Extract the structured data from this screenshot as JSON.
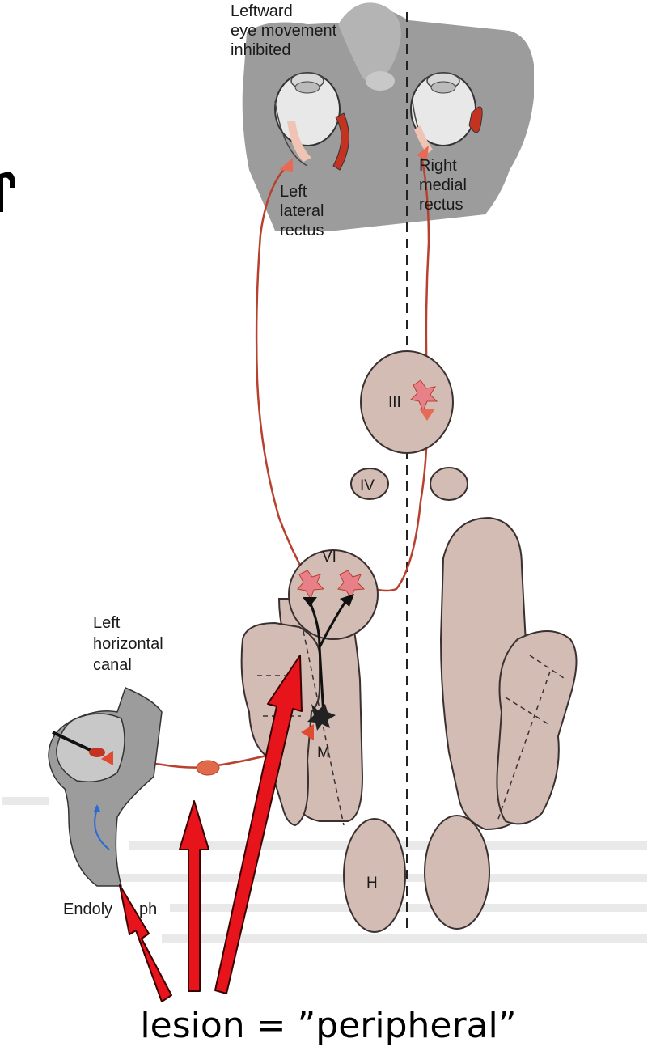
{
  "labels": {
    "leftward_line1": "Leftward",
    "leftward_line2": "eye movement",
    "leftward_line3": "inhibited",
    "left_lateral_1": "Left",
    "left_lateral_2": "lateral",
    "left_lateral_3": "rectus",
    "right_medial_1": "Right",
    "right_medial_2": "medial",
    "right_medial_3": "rectus",
    "left_canal_1": "Left",
    "left_canal_2": "horizontal",
    "left_canal_3": "canal",
    "endolymph": "Endoly",
    "endolymph_tail": "ph"
  },
  "nuclei": {
    "iii": "III",
    "iv": "IV",
    "vi": "VI",
    "m": "M",
    "h": "H"
  },
  "caption": "lesion = ”peripheral”",
  "colors": {
    "tissue": "#d2bcb4",
    "tissue_stroke": "#3a3030",
    "head": "#9c9c9c",
    "nerve": "#b8402e",
    "arrow": "#e8141c",
    "arrow_stroke": "#3a0000"
  }
}
